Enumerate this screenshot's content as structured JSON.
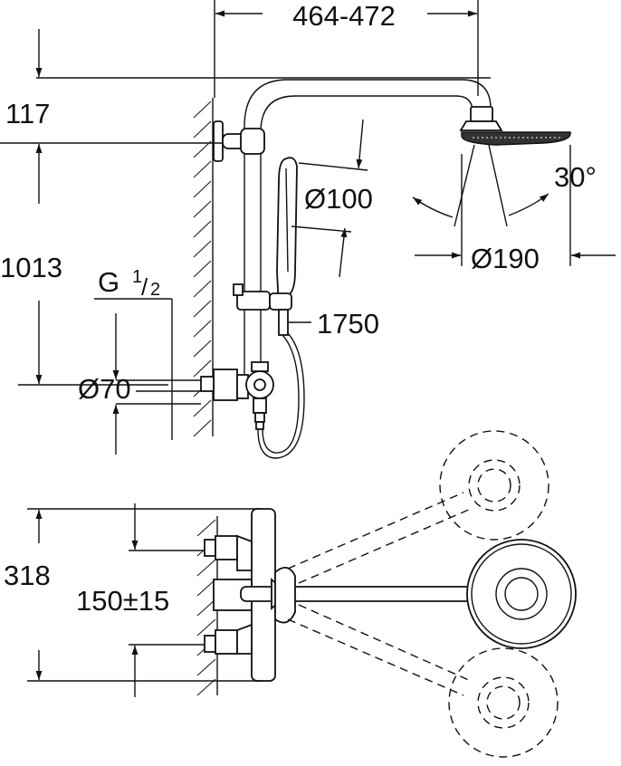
{
  "diagram": {
    "colors": {
      "ink": "#111111",
      "background": "#ffffff",
      "head_face": "#333333"
    },
    "dimensions": {
      "width_range": "464-472",
      "top_height": "117",
      "total_height": "1013",
      "thread_prefix": "G",
      "thread_num": "1",
      "thread_den": "2",
      "inlet_diameter": "Ø70",
      "hand_shower_diameter": "Ø100",
      "hose_length": "1750",
      "spray_angle": "30°",
      "head_diameter": "Ø190",
      "bottom_height": "318",
      "inlet_spacing": "150±15"
    }
  }
}
